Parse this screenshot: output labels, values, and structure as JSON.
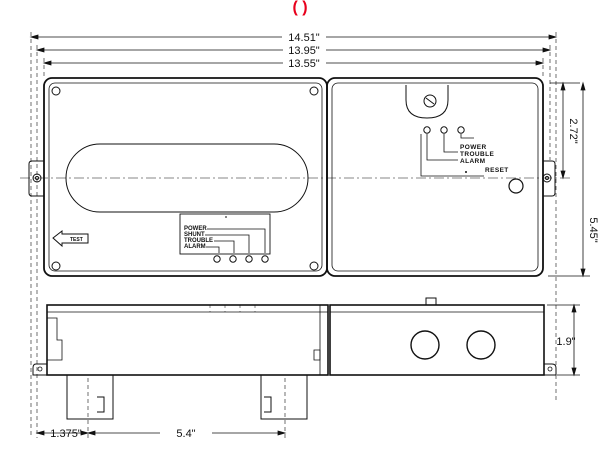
{
  "title_partial": "(                                   )",
  "colors": {
    "title": "#e8001c",
    "line": "#111111",
    "bg": "#ffffff"
  },
  "dimensions": {
    "overall_width": "14.51\"",
    "mount_width": "13.95\"",
    "enclosure_width": "13.55\"",
    "height_short": "2.72\"",
    "height_full": "5.45\"",
    "depth": "1.9\"",
    "foot_offset": "1.375\"",
    "foot_spacing": "5.4\""
  },
  "indicators": {
    "power": "POWER",
    "trouble": "TROUBLE",
    "alarm": "ALARM",
    "reset": "RESET"
  },
  "left_panel": {
    "test": "TEST",
    "rows": [
      "POWER",
      "SHUNT",
      "TROUBLE",
      "ALARM"
    ]
  }
}
